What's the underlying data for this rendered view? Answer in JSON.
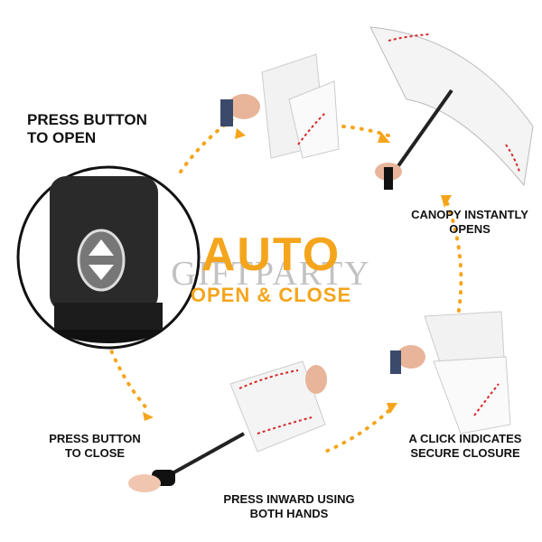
{
  "steps": {
    "press_open": [
      "PRESS BUTTON",
      "TO OPEN"
    ],
    "canopy": [
      "CANOPY INSTANTLY",
      "OPENS"
    ],
    "press_close": [
      "PRESS BUTTON",
      "TO CLOSE"
    ],
    "click": [
      "A CLICK INDICATES",
      "SECURE CLOSURE"
    ],
    "press_inward": [
      "PRESS INWARD USING",
      "BOTH HANDS"
    ]
  },
  "title": {
    "main": "AUTO",
    "sub": "OPEN & CLOSE"
  },
  "watermark": "GIFTPARTY",
  "colors": {
    "accent": "#f5a51c",
    "text": "#111111",
    "stitch": "#d62828"
  },
  "icons": [
    "umbrella-handle-closeup",
    "half-open-umbrella",
    "open-umbrella",
    "closing-umbrella",
    "folded-umbrella"
  ]
}
